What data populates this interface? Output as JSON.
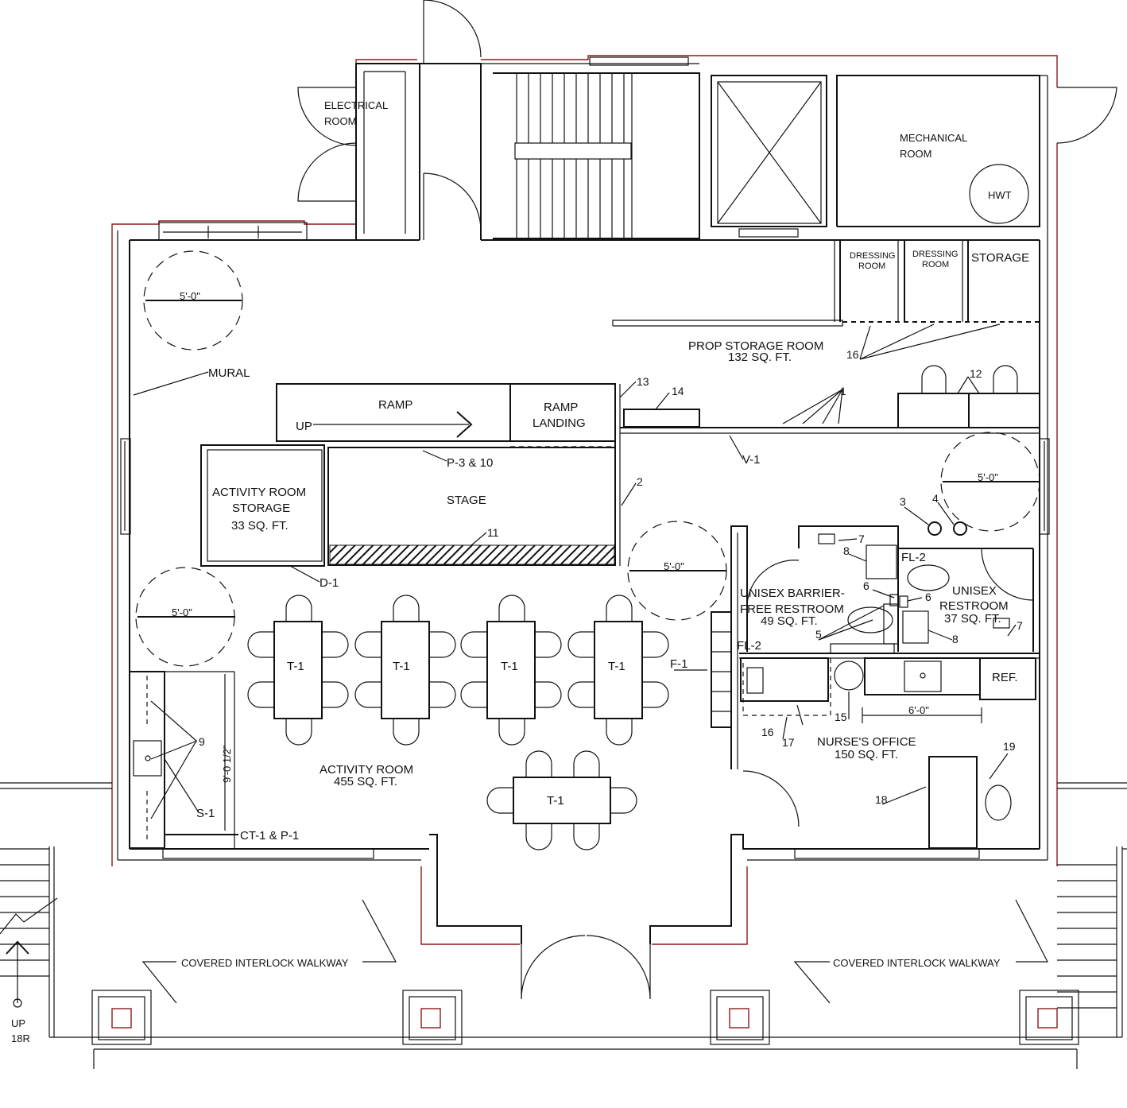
{
  "rooms": {
    "electrical": [
      "ELECTRICAL",
      "ROOM"
    ],
    "mechanical": [
      "MECHANICAL",
      "ROOM"
    ],
    "hwt": "HWT",
    "dressing1": [
      "DRESSING",
      "ROOM"
    ],
    "dressing2": [
      "DRESSING",
      "ROOM"
    ],
    "storage": "STORAGE",
    "prop_storage": [
      "PROP STORAGE ROOM",
      "132 SQ. FT."
    ],
    "activity_storage": [
      "ACTIVITY ROOM",
      "STORAGE",
      "33 SQ. FT."
    ],
    "stage": "STAGE",
    "ramp": "RAMP",
    "ramp_up": "UP",
    "ramp_landing": [
      "RAMP",
      "LANDING"
    ],
    "activity_room": [
      "ACTIVITY ROOM",
      "455 SQ. FT."
    ],
    "unisex_bf": [
      "UNISEX BARRIER-",
      "FREE RESTROOM",
      "49 SQ. FT."
    ],
    "unisex": [
      "UNISEX",
      "RESTROOM",
      "37 SQ. FT."
    ],
    "nurse": [
      "NURSE'S OFFICE",
      "150 SQ. FT."
    ],
    "ref": "REF.",
    "walkway_left": "COVERED  INTERLOCK  WALKWAY",
    "walkway_right": "COVERED  INTERLOCK  WALKWAY",
    "stair_up": [
      "UP",
      "18R"
    ]
  },
  "tags": {
    "mural": "MURAL",
    "p3_10": "P-3 & 10",
    "d1": "D-1",
    "v1": "V-1",
    "f1": "F-1",
    "fl2a": "FL-2",
    "fl2b": "FL-2",
    "s1": "S-1",
    "ct1p1": "CT-1 & P-1",
    "t1": "T-1",
    "n1": "1",
    "n2": "2",
    "n3": "3",
    "n4": "4",
    "n5": "5",
    "n6a": "6",
    "n6b": "6",
    "n7a": "7",
    "n7b": "7",
    "n8a": "8",
    "n8b": "8",
    "n9": "9",
    "n11": "11",
    "n12": "12",
    "n13": "13",
    "n14": "14",
    "n15": "15",
    "n16a": "16",
    "n16b": "16",
    "n17": "17",
    "n18": "18",
    "n19": "19"
  },
  "dimensions": {
    "turn_circle": "5'-0\"",
    "counter": "6'-0\"",
    "vertical": "9'-0 1/2\""
  }
}
